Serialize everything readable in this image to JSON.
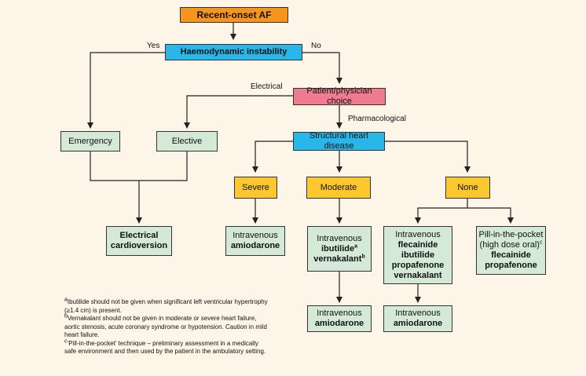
{
  "nodes": {
    "recent_onset_af": "Recent-onset AF",
    "haemodynamic_instability": "Haemodynamic instability",
    "patient_physician_choice": "Patient/physician choice",
    "emergency": "Emergency",
    "elective": "Elective",
    "structural_heart_disease": "Structural heart disease",
    "severe": "Severe",
    "moderate": "Moderate",
    "none": "None",
    "electrical_cardioversion": [
      "Electrical",
      "cardioversion"
    ],
    "severe_treatment": {
      "line1": "Intravenous",
      "line2": "amiodarone"
    },
    "moderate_treatment": {
      "line1": "Intravenous",
      "line2": "ibutilide",
      "sup2": "a",
      "line3": "vernakalant",
      "sup3": "b"
    },
    "moderate_followup": {
      "line1": "Intravenous",
      "line2": "amiodarone"
    },
    "none_iv": {
      "line1": "Intravenous",
      "drugs": [
        "flecainide",
        "ibutilide",
        "propafenone",
        "vernakalant"
      ]
    },
    "none_iv_followup": {
      "line1": "Intravenous",
      "line2": "amiodarone"
    },
    "pill_in_pocket": {
      "line1": "Pill-in-the-pocket",
      "line2": "(high dose oral)",
      "sup2": "c",
      "drugs": [
        "flecainide",
        "propafenone"
      ]
    }
  },
  "edge_labels": {
    "yes": "Yes",
    "no": "No",
    "electrical": "Electrical",
    "pharmacological": "Pharmacological"
  },
  "footnotes": {
    "a": {
      "mark": "a",
      "text": "Ibutilide should not be given when significant left ventricular hypertrophy (≥1.4 cm) is present."
    },
    "b": {
      "mark": "b",
      "text": "Vernakalant should not be given in moderate or severe heart failure, aortic stenosis, acute coronary syndrome or hypotension. Caution in mild heart failure."
    },
    "c": {
      "mark": "c",
      "text": "‘Pill-in-the-pocket’ technique – preliminary assessment in a medically safe environment and then used by the patient in the ambulatory setting."
    }
  },
  "colors": {
    "background": "#fdf5e8",
    "start_node": "#f7941d",
    "decision_node": "#29b6e8",
    "choice_node": "#ef7c8e",
    "treatment_node": "#d4ead7",
    "severity_node": "#fdc82f"
  }
}
